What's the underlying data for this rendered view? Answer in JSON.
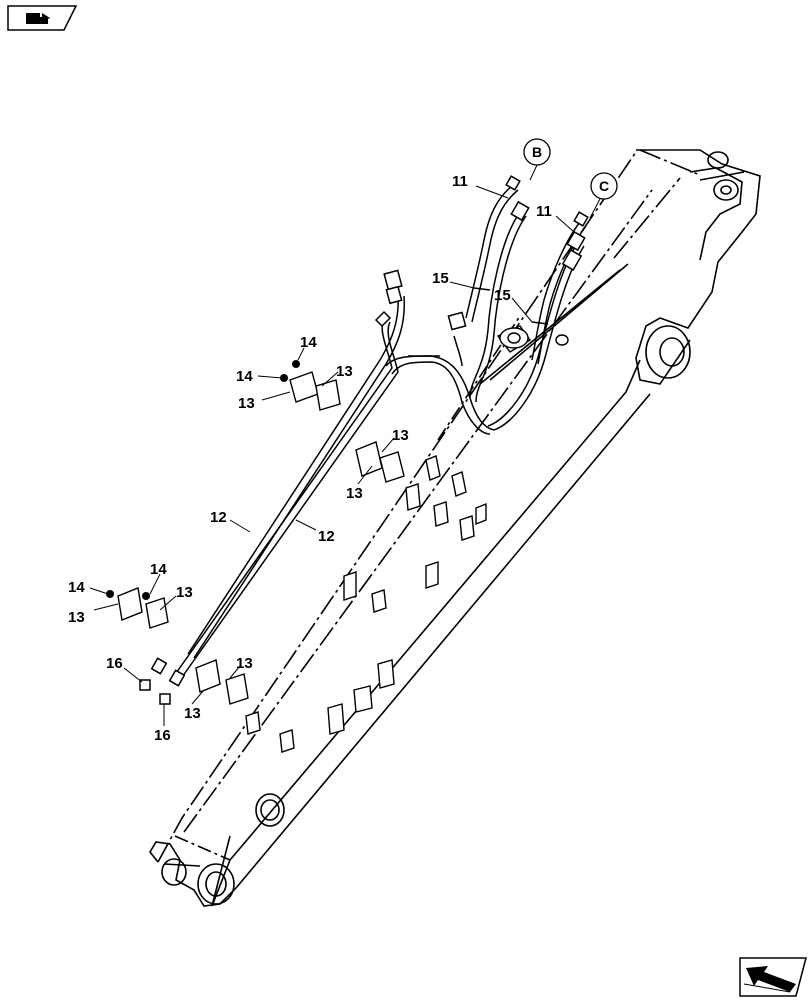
{
  "callouts": {
    "b": "B",
    "c": "C",
    "hose_11_left": "11",
    "hose_11_right": "11",
    "label_15_left": "15",
    "label_15_right": "15",
    "label_14_a": "14",
    "label_14_b": "14",
    "label_13_a": "13",
    "label_13_b": "13",
    "label_13_c": "13",
    "label_13_d": "13",
    "label_12_left": "12",
    "label_12_right": "12",
    "label_14_c": "14",
    "label_14_d": "14",
    "label_13_e": "13",
    "label_13_f": "13",
    "label_16_top": "16",
    "label_13_g": "13",
    "label_13_h": "13",
    "label_16_bottom": "16"
  },
  "icons": {
    "top_left": "book-page-icon",
    "bottom_right": "next-page-arrow-icon"
  }
}
